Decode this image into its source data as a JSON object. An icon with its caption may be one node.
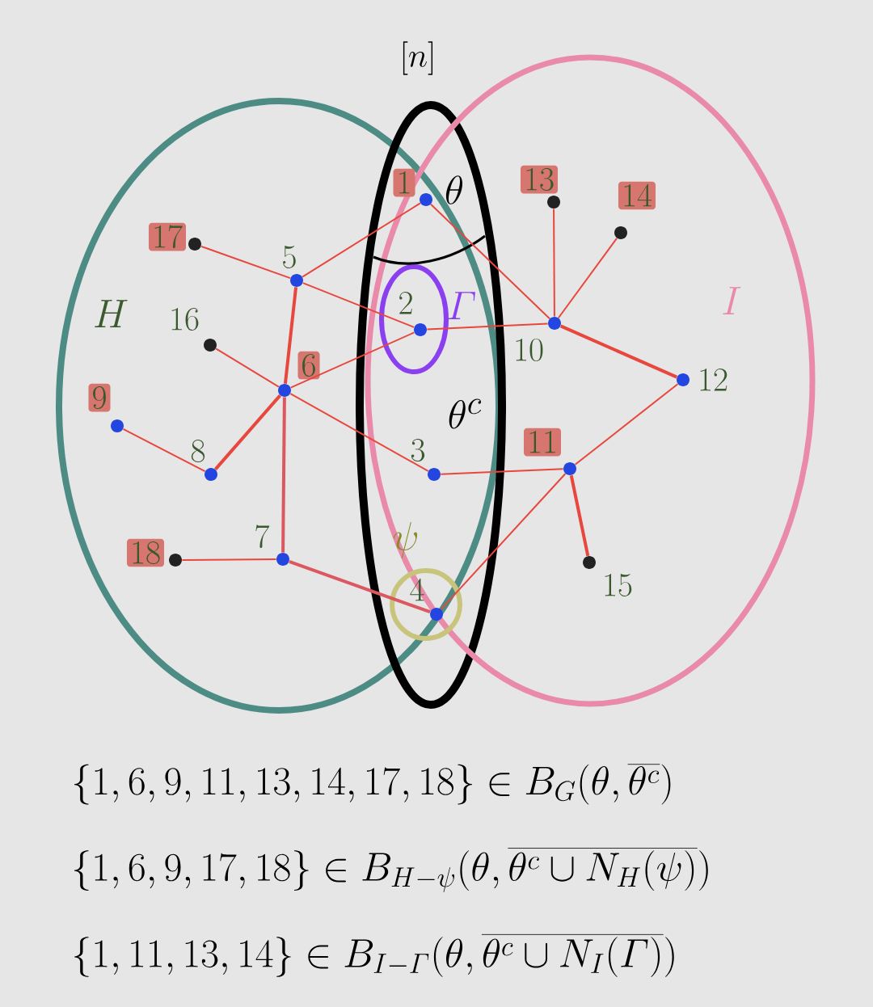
{
  "diagram": {
    "nodes": [
      {
        "text": [
          "H"
        ]
      },
      {
        "text": [
          "[n]"
        ]
      },
      {
        "text": [
          "I"
        ]
      },
      {
        "text": [],
        "shape": "circle",
        "beside": [
          "\\mathnormal{\\Gamma}"
        ],
        "in": 1
      },
      {
        "text": [],
        "shape": "circle",
        "beside": [
          "\\psi"
        ],
        "in": 1
      },
      {
        "text": [],
        "shape": "circle",
        "beside": [
          "1"
        ],
        "in": 1
      },
      {
        "text": [],
        "shape": "circle",
        "beside": [
          "2"
        ],
        "in": 3
      },
      {
        "text": [],
        "shape": "circle",
        "beside": [
          "3"
        ],
        "in": 1
      },
      {
        "text": [],
        "shape": "circle",
        "beside": [
          "4"
        ],
        "in": 4
      },
      {
        "text": [],
        "shape": "circle",
        "beside": [
          "5"
        ],
        "in": 0
      },
      {
        "text": [],
        "shape": "circle",
        "beside": [
          "6"
        ],
        "in": 0
      },
      {
        "text": [],
        "shape": "circle",
        "beside": [
          "7"
        ],
        "in": 0
      },
      {
        "text": [],
        "shape": "circle",
        "beside": [
          "8"
        ],
        "in": 0
      },
      {
        "text": [],
        "shape": "circle",
        "beside": [
          "9"
        ],
        "in": 0
      },
      {
        "text": [],
        "shape": "circle",
        "beside": [
          "10"
        ],
        "in": 2
      },
      {
        "text": [],
        "shape": "circle",
        "beside": [
          "11"
        ],
        "in": 2
      },
      {
        "text": [],
        "shape": "circle",
        "beside": [
          "12"
        ],
        "in": 2
      },
      {
        "text": [],
        "shape": "circle",
        "beside": [
          "13"
        ],
        "in": 2
      },
      {
        "text": [],
        "shape": "circle",
        "beside": [
          "14"
        ],
        "in": 2
      },
      {
        "text": [],
        "shape": "circle",
        "beside": [
          "15"
        ],
        "in": 2
      },
      {
        "text": [],
        "shape": "circle",
        "beside": [
          "16"
        ],
        "in": 0
      },
      {
        "text": [],
        "shape": "circle",
        "beside": [
          "17"
        ],
        "in": 0
      },
      {
        "text": [],
        "shape": "circle",
        "beside": [
          "18"
        ],
        "in": 0
      }
    ],
    "edges": [
      {
        "from": 21,
        "to": 9,
        "arrow": "none"
      },
      {
        "from": 9,
        "to": 5,
        "arrow": "none"
      },
      {
        "from": 9,
        "to": 6,
        "arrow": "none"
      },
      {
        "from": 9,
        "to": 10,
        "arrow": "none",
        "style": "thick"
      },
      {
        "from": 5,
        "to": 14,
        "arrow": "none"
      },
      {
        "from": 6,
        "to": 14,
        "arrow": "none"
      },
      {
        "from": 20,
        "to": 10,
        "arrow": "none"
      },
      {
        "from": 10,
        "to": 6,
        "arrow": "none"
      },
      {
        "from": 10,
        "to": 7,
        "arrow": "none"
      },
      {
        "from": 10,
        "to": 12,
        "arrow": "none",
        "style": "thick"
      },
      {
        "from": 10,
        "to": 11,
        "arrow": "none",
        "style": "thick",
        "color": "#dc5860"
      },
      {
        "from": 13,
        "to": 12,
        "arrow": "none"
      },
      {
        "from": 22,
        "to": 11,
        "arrow": "none"
      },
      {
        "from": 11,
        "to": 8,
        "arrow": "none",
        "style": "thick",
        "color": "#dc5860"
      },
      {
        "from": 14,
        "to": 17,
        "arrow": "none"
      },
      {
        "from": 14,
        "to": 18,
        "arrow": "none"
      },
      {
        "from": 14,
        "to": 16,
        "arrow": "none",
        "style": "thick"
      },
      {
        "from": 7,
        "to": 15,
        "arrow": "none"
      },
      {
        "from": 8,
        "to": 15,
        "arrow": "none"
      },
      {
        "from": 15,
        "to": 16,
        "arrow": "none"
      },
      {
        "from": 15,
        "to": 19,
        "arrow": "none",
        "style": "thick"
      }
    ],
    "labels": [
      "\\theta",
      "\\theta^{c}",
      "\\{1,6,9,11,13,14,17,18\\}\\in B_G\\Bigl(\\theta,\\overline{\\theta^{c}}\\Bigr)",
      "\\{1,6,9,17,18\\}\\in B_{H-\\psi}\\Bigl(\\theta,\\overline{\\theta^{c}\\cup N_H(\\psi)}\\Bigr)",
      "\\{1,11,13,14\\}\\in B_{I-\\mathnormal{\\Gamma}}\\Bigl(\\theta,\\overline{\\theta^{c}\\cup N_I(\\mathnormal{\\Gamma})}\\Bigr)"
    ]
  }
}
